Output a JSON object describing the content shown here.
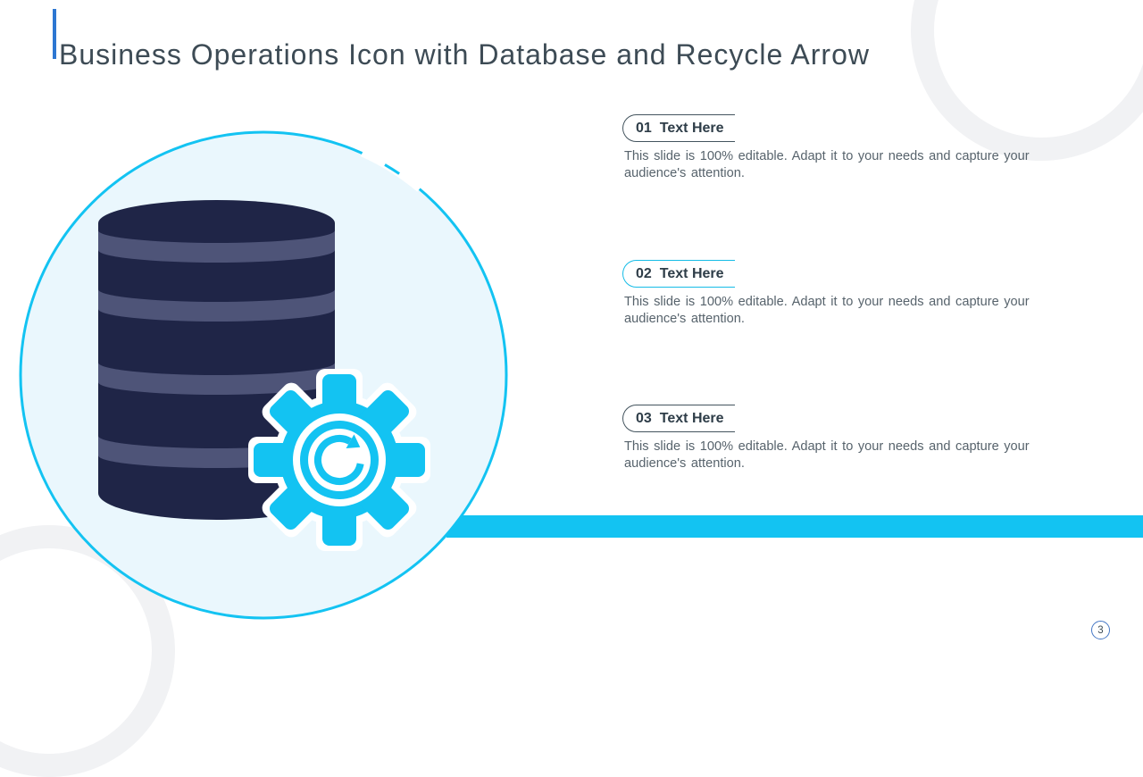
{
  "slide": {
    "title": "Business Operations Icon with Database and Recycle Arrow",
    "page_number": "3"
  },
  "items": [
    {
      "number": "01",
      "label": "Text Here",
      "description": "This slide is 100% editable. Adapt it to your needs and capture your audience's attention.",
      "frame_color": "#44545e"
    },
    {
      "number": "02",
      "label": "Text Here",
      "description": "This slide is 100% editable. Adapt it to your needs and capture your audience's attention.",
      "frame_color": "#16bce6"
    },
    {
      "number": "03",
      "label": "Text Here",
      "description": "This slide is 100% editable. Adapt it to your needs and capture your audience's attention.",
      "frame_color": "#44545e"
    }
  ],
  "icons": [
    "database-icon",
    "gear-icon",
    "recycle-arrow-icon",
    "main-circle",
    "background-rings"
  ],
  "colors": {
    "accent_cyan": "#13c3f2",
    "dark_navy": "#1f2547",
    "stripe_slate": "#4e5478",
    "circle_fill": "#eaf7fd",
    "title_text": "#3d4b55",
    "body_text": "#57636c",
    "frame_dark": "#44545e",
    "page_badge_border": "#4577c5",
    "title_accent_blue": "#2d77d2"
  }
}
